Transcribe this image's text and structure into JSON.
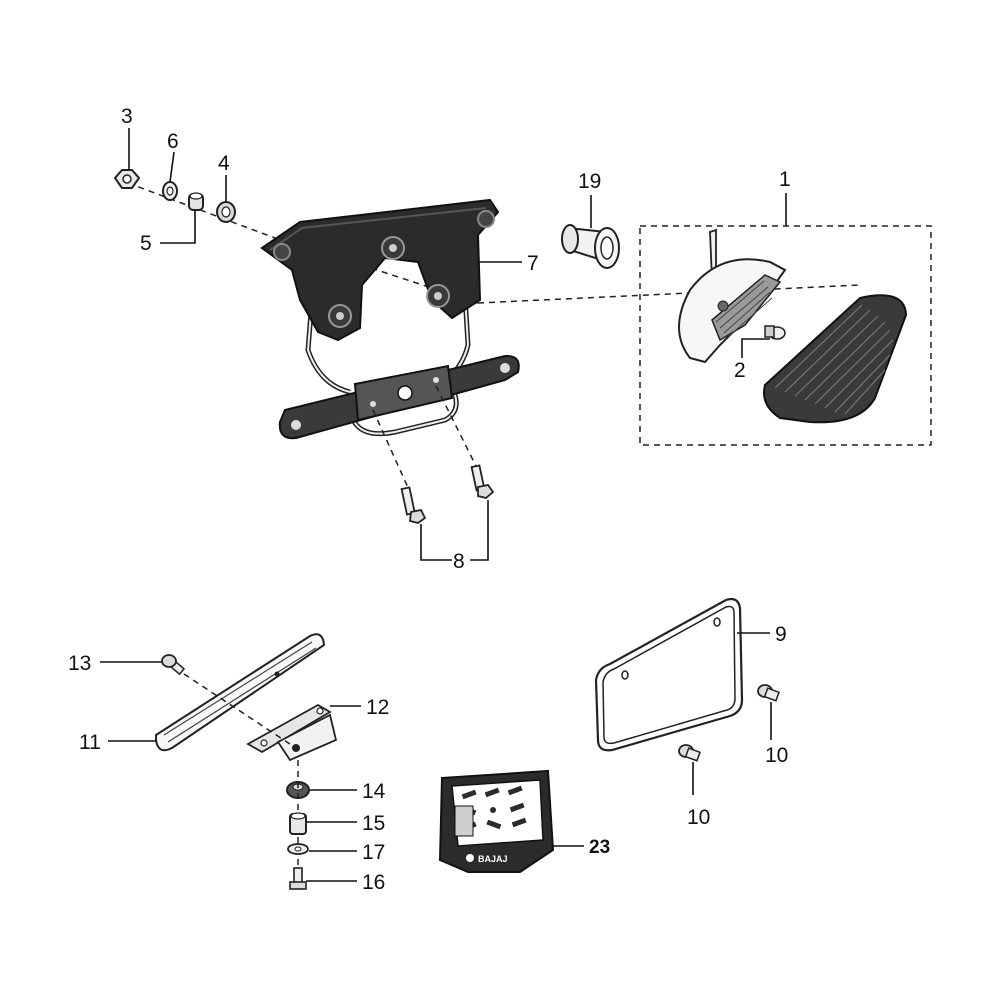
{
  "callouts": {
    "c1": "1",
    "c2": "2",
    "c3": "3",
    "c4": "4",
    "c5": "5",
    "c6": "6",
    "c7": "7",
    "c8": "8",
    "c9": "9",
    "c10a": "10",
    "c10b": "10",
    "c11": "11",
    "c12": "12",
    "c13": "13",
    "c14": "14",
    "c15": "15",
    "c16": "16",
    "c17": "17",
    "c19": "19",
    "c23": "23"
  },
  "brand_plate_text": "BAJAJ",
  "colors": {
    "line": "#222222",
    "part_dark": "#2b2b2b",
    "part_light": "#f4f4f4"
  }
}
